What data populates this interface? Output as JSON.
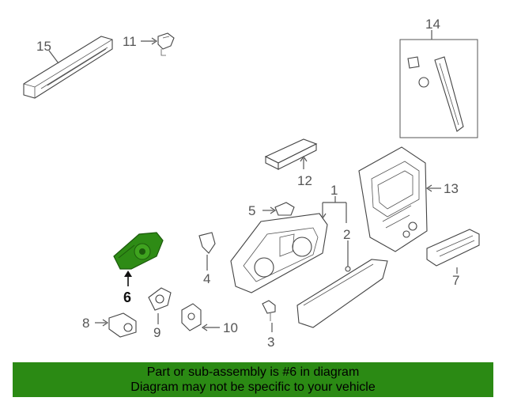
{
  "callouts": {
    "p1": "1",
    "p2": "2",
    "p3": "3",
    "p4": "4",
    "p5": "5",
    "p6": "6",
    "p7": "7",
    "p8": "8",
    "p9": "9",
    "p10": "10",
    "p11": "11",
    "p12": "12",
    "p13": "13",
    "p14": "14",
    "p15": "15"
  },
  "highlight": {
    "part_number": "6",
    "color": "#2e8b15"
  },
  "footer": {
    "line1": "Part or sub-assembly is #6 in diagram",
    "line2": "Diagram may not be specific to your vehicle",
    "background": "#2b8a14"
  }
}
